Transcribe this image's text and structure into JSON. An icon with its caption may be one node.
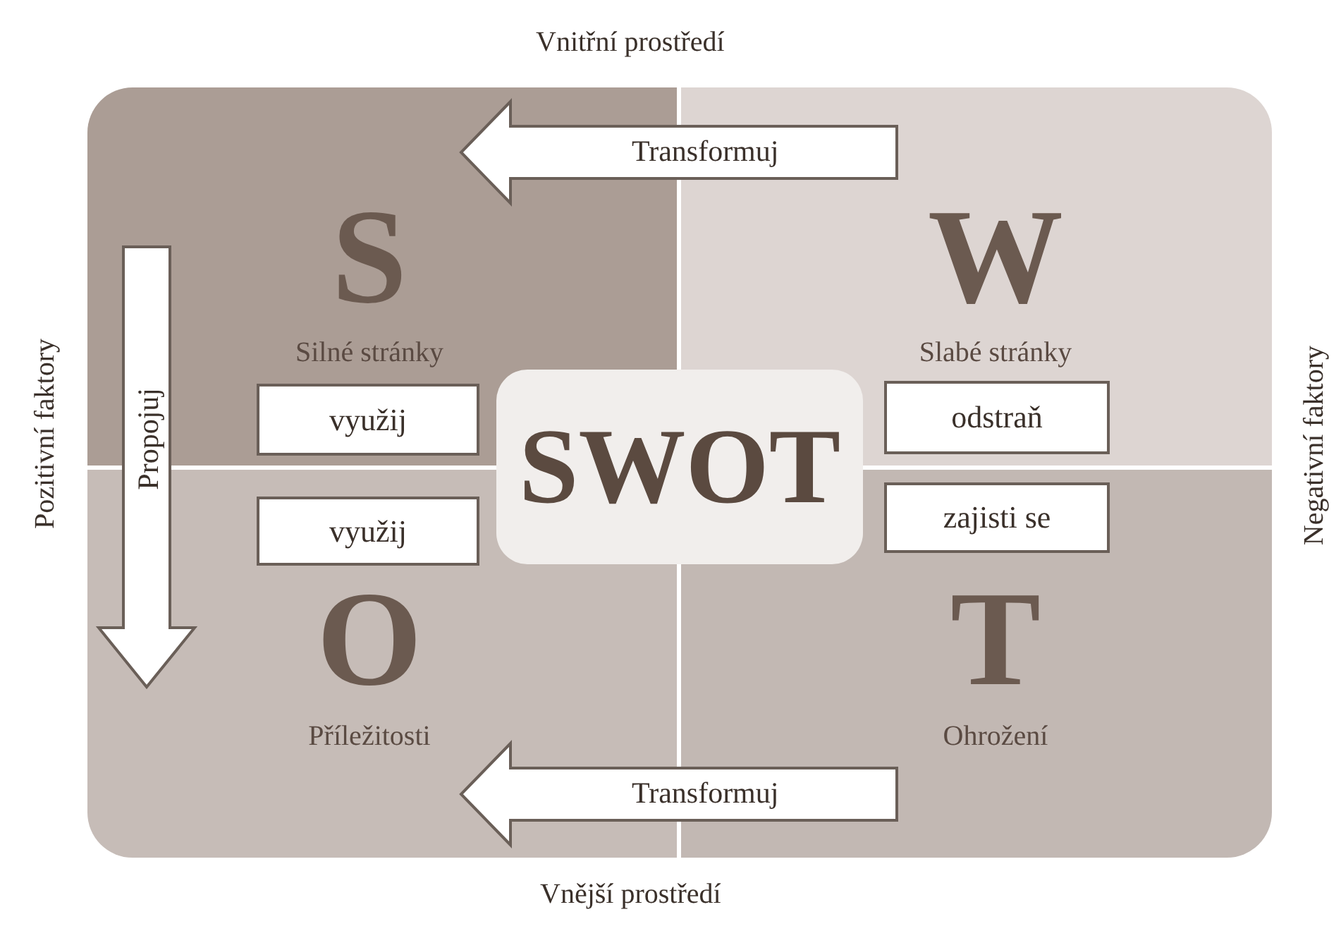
{
  "diagram": {
    "nodes": [
      {
        "text": [
          "S",
          "Silné stránky"
        ]
      },
      {
        "text": [
          "využij"
        ],
        "in": 0
      },
      {
        "text": [
          "W",
          "Slabé stránky"
        ]
      },
      {
        "text": [
          "odstraň"
        ],
        "in": 2
      },
      {
        "text": [
          "SWOT"
        ]
      },
      {
        "text": [
          "O",
          "Příležitosti"
        ]
      },
      {
        "text": [
          "využij"
        ],
        "in": 5
      },
      {
        "text": [
          "T",
          "Ohrožení"
        ]
      },
      {
        "text": [
          "zajisti se"
        ],
        "in": 7
      }
    ],
    "edges": [
      {
        "from": 2,
        "to": 0,
        "arrow": "to",
        "label": "Transformuj"
      },
      {
        "from": 0,
        "to": 5,
        "arrow": "to",
        "label": "Propojuj"
      },
      {
        "from": 7,
        "to": 5,
        "arrow": "to",
        "label": "Transformuj"
      }
    ],
    "labels": [
      "Vnitřní prostředí",
      "Pozitivní faktory",
      "Negativní faktory",
      "Vnější prostředí"
    ]
  }
}
